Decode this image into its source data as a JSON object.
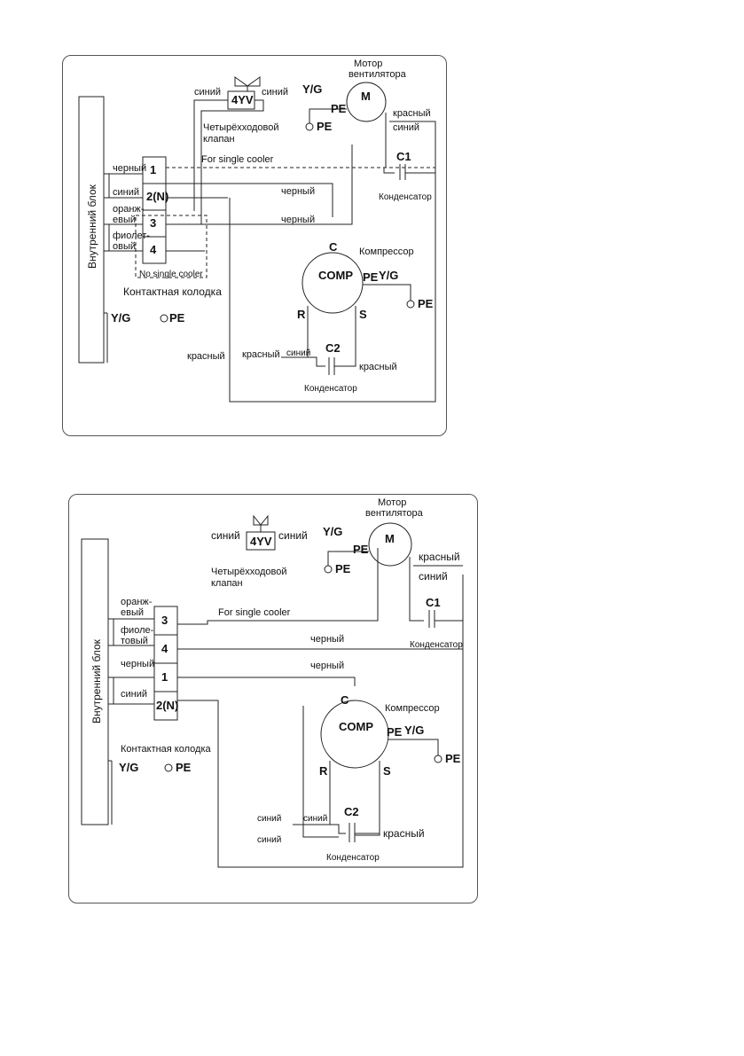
{
  "diagram1": {
    "indoor_unit": "Внутренний блок",
    "terminals": [
      "1",
      "2(N)",
      "3",
      "4"
    ],
    "wire_labels": [
      "черный",
      "синий",
      "оранж-",
      "евый",
      "фиолет-",
      "овый"
    ],
    "terminal_block": "Контактная колодка",
    "no_single_cooler": "No single cooler",
    "for_single_cooler": "For single cooler",
    "yg": "Y/G",
    "pe": "PE",
    "valve": "4YV",
    "valve_left": "синий",
    "valve_right": "синий",
    "valve_name_1": "Четырёхходовой",
    "valve_name_2": "клапан",
    "motor_1": "Мотор",
    "motor_2": "вентилятора",
    "motor_letter": "M",
    "motor_red": "красный",
    "motor_blue": "синий",
    "c1": "C1",
    "capacitor": "Конденсатор",
    "black_1": "черный",
    "black_2": "черный",
    "compressor": "Компрессор",
    "comp": "COMP",
    "c": "C",
    "r": "R",
    "s": "S",
    "c2": "C2",
    "red_left": "красный",
    "red_mid": "красный",
    "blue_mid": "синий",
    "red_right": "красный",
    "capacitor2": "Конденсатор"
  },
  "diagram2": {
    "indoor_unit": "Внутренний блок",
    "terminals": [
      "3",
      "4",
      "1",
      "2(N)"
    ],
    "wire_labels": [
      "оранж-",
      "евый",
      "фиоле-",
      "товый",
      "черный",
      "синий"
    ],
    "terminal_block": "Контактная колодка",
    "for_single_cooler": "For single cooler",
    "yg": "Y/G",
    "pe": "PE",
    "valve": "4YV",
    "valve_left": "синий",
    "valve_right": "синий",
    "valve_name_1": "Четырёхходовой",
    "valve_name_2": "клапан",
    "motor_1": "Мотор",
    "motor_2": "вентилятора",
    "motor_letter": "M",
    "motor_red": "красный",
    "motor_blue": "синий",
    "c1": "C1",
    "capacitor": "Конденсатор",
    "black_1": "черный",
    "black_2": "черный",
    "compressor": "Компрессор",
    "comp": "COMP",
    "c": "C",
    "r": "R",
    "s": "S",
    "c2": "C2",
    "blue_a": "синий",
    "blue_b": "синий",
    "blue_c": "синий",
    "red_right": "красный",
    "capacitor2": "Конденсатор"
  }
}
